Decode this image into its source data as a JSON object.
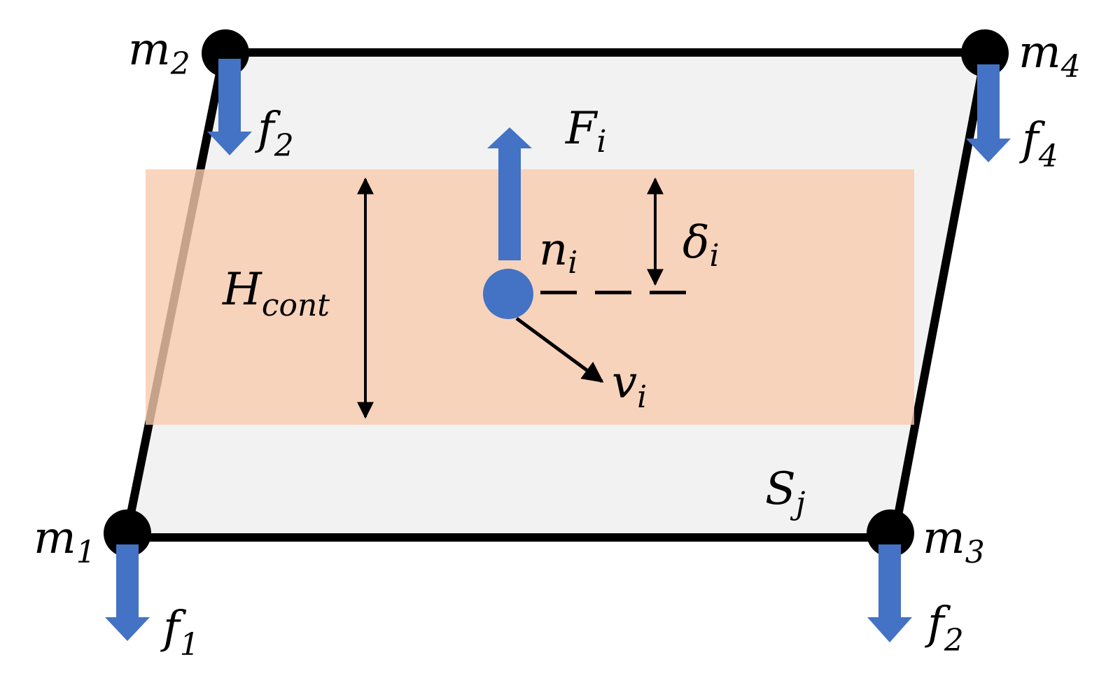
{
  "colors": {
    "background": "#ffffff",
    "element_fill": "#f2f2f2",
    "element_edge": "#000000",
    "contact_band": "#f8cbad",
    "contact_band_opacity": 0.8,
    "arrow_blue": "#4472c4",
    "node_black": "#000000"
  },
  "labels": {
    "m2": {
      "base": "m",
      "sub": "2"
    },
    "m4": {
      "base": "m",
      "sub": "4"
    },
    "m1": {
      "base": "m",
      "sub": "1"
    },
    "m3": {
      "base": "m",
      "sub": "3"
    },
    "f2_top": {
      "base": "f",
      "sub": "2"
    },
    "f4": {
      "base": "f",
      "sub": "4"
    },
    "f1": {
      "base": "f",
      "sub": "1"
    },
    "f2_bottom": {
      "base": "f",
      "sub": "2"
    },
    "F_i": {
      "base": "F",
      "sub": "i"
    },
    "n_i": {
      "base": "n",
      "sub": "i"
    },
    "delta_i": {
      "base": "δ",
      "sub": "i"
    },
    "H_cont": {
      "base": "H",
      "sub": "cont"
    },
    "v_i": {
      "base": "v",
      "sub": "i"
    },
    "S_j": {
      "base": "S",
      "sub": "j"
    }
  }
}
